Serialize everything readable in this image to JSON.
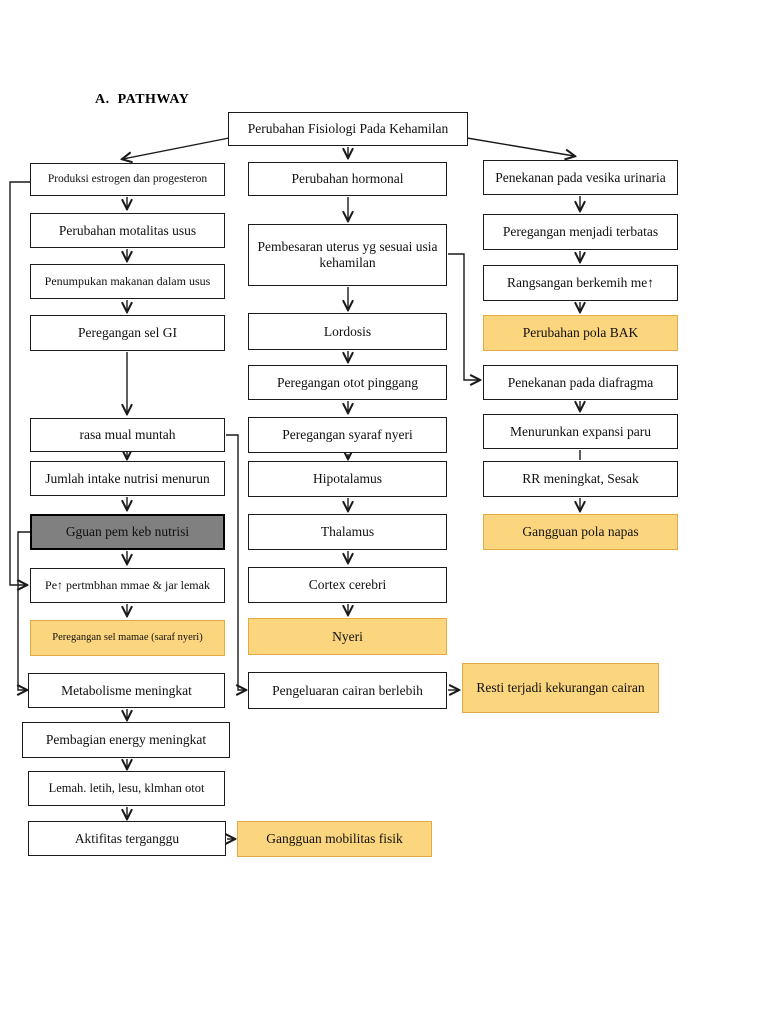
{
  "page": {
    "title": "A.  PATHWAY"
  },
  "colors": {
    "highlight_fill": "#FCD67E",
    "highlight_border": "#E2AB45",
    "gray_fill": "#808080",
    "line": "#1A1A1A",
    "page_bg": "#FFFFFF"
  },
  "nodes": {
    "root": {
      "label": "Perubahan Fisiologi Pada Kehamilan"
    },
    "l_produksi": {
      "label": "Produksi estrogen dan progesteron"
    },
    "l_motalitas": {
      "label": "Perubahan motalitas usus"
    },
    "l_penumpukan": {
      "label": "Penumpukan  makanan dalam usus"
    },
    "l_gi": {
      "label": "Peregangan sel GI"
    },
    "l_mual": {
      "label": "rasa mual muntah"
    },
    "l_intake": {
      "label": "Jumlah intake nutrisi menurun"
    },
    "l_gguan": {
      "label": "Gguan pem keb nutrisi"
    },
    "l_pert": {
      "label": "Pe↑ pertmbhan mmae & jar lemak"
    },
    "l_mamae": {
      "label": "Peregangan sel mamae (saraf nyeri)"
    },
    "l_meta": {
      "label": "Metabolisme meningkat"
    },
    "l_energy": {
      "label": "Pembagian energy meningkat"
    },
    "l_lemah": {
      "label": "Lemah. letih, lesu, klmhan otot"
    },
    "l_akt": {
      "label": "Aktifitas terganggu"
    },
    "l_mob": {
      "label": "Gangguan mobilitas fisik"
    },
    "m_horm": {
      "label": "Perubahan hormonal"
    },
    "m_uterus": {
      "label": "Pembesaran uterus yg sesuai usia kehamilan"
    },
    "m_lord": {
      "label": "Lordosis"
    },
    "m_ping": {
      "label": "Peregangan otot pinggang"
    },
    "m_syaraf": {
      "label": "Peregangan syaraf nyeri"
    },
    "m_hipo": {
      "label": "Hipotalamus"
    },
    "m_thal": {
      "label": "Thalamus"
    },
    "m_cortex": {
      "label": "Cortex cerebri"
    },
    "m_nyeri": {
      "label": "Nyeri"
    },
    "m_cairan": {
      "label": "Pengeluaran cairan berlebih"
    },
    "m_resti": {
      "label": "Resti terjadi kekurangan cairan"
    },
    "r_vesika": {
      "label": "Penekanan pada vesika urinaria"
    },
    "r_terbatas": {
      "label": "Peregangan menjadi terbatas"
    },
    "r_berkemih": {
      "label": "Rangsangan berkemih me↑"
    },
    "r_bak": {
      "label": "Perubahan pola BAK"
    },
    "r_diaf": {
      "label": "Penekanan pada diafragma"
    },
    "r_expansi": {
      "label": "Menurunkan expansi paru"
    },
    "r_rr": {
      "label": "RR meningkat, Sesak"
    },
    "r_napas": {
      "label": "Gangguan pola napas"
    }
  },
  "edges": [
    [
      "root",
      "l_produksi"
    ],
    [
      "root",
      "m_horm"
    ],
    [
      "root",
      "r_vesika"
    ],
    [
      "l_produksi",
      "l_motalitas"
    ],
    [
      "l_motalitas",
      "l_penumpukan"
    ],
    [
      "l_penumpukan",
      "l_gi"
    ],
    [
      "l_gi",
      "l_mual"
    ],
    [
      "l_mual",
      "l_intake"
    ],
    [
      "l_intake",
      "l_gguan"
    ],
    [
      "l_gguan",
      "l_pert"
    ],
    [
      "l_pert",
      "l_mamae"
    ],
    [
      "l_produksi",
      "l_pert"
    ],
    [
      "l_gguan",
      "l_meta"
    ],
    [
      "l_meta",
      "l_energy"
    ],
    [
      "l_energy",
      "l_lemah"
    ],
    [
      "l_lemah",
      "l_akt"
    ],
    [
      "l_akt",
      "l_mob"
    ],
    [
      "m_horm",
      "m_uterus"
    ],
    [
      "m_uterus",
      "m_lord"
    ],
    [
      "m_lord",
      "m_ping"
    ],
    [
      "m_ping",
      "m_syaraf"
    ],
    [
      "m_syaraf",
      "m_hipo"
    ],
    [
      "m_hipo",
      "m_thal"
    ],
    [
      "m_thal",
      "m_cortex"
    ],
    [
      "m_cortex",
      "m_nyeri"
    ],
    [
      "l_mual",
      "m_cairan"
    ],
    [
      "m_cairan",
      "m_resti"
    ],
    [
      "m_uterus",
      "r_diaf"
    ],
    [
      "r_vesika",
      "r_terbatas"
    ],
    [
      "r_terbatas",
      "r_berkemih"
    ],
    [
      "r_berkemih",
      "r_bak"
    ],
    [
      "r_diaf",
      "r_expansi"
    ],
    [
      "r_expansi",
      "r_rr"
    ],
    [
      "r_rr",
      "r_napas"
    ]
  ]
}
